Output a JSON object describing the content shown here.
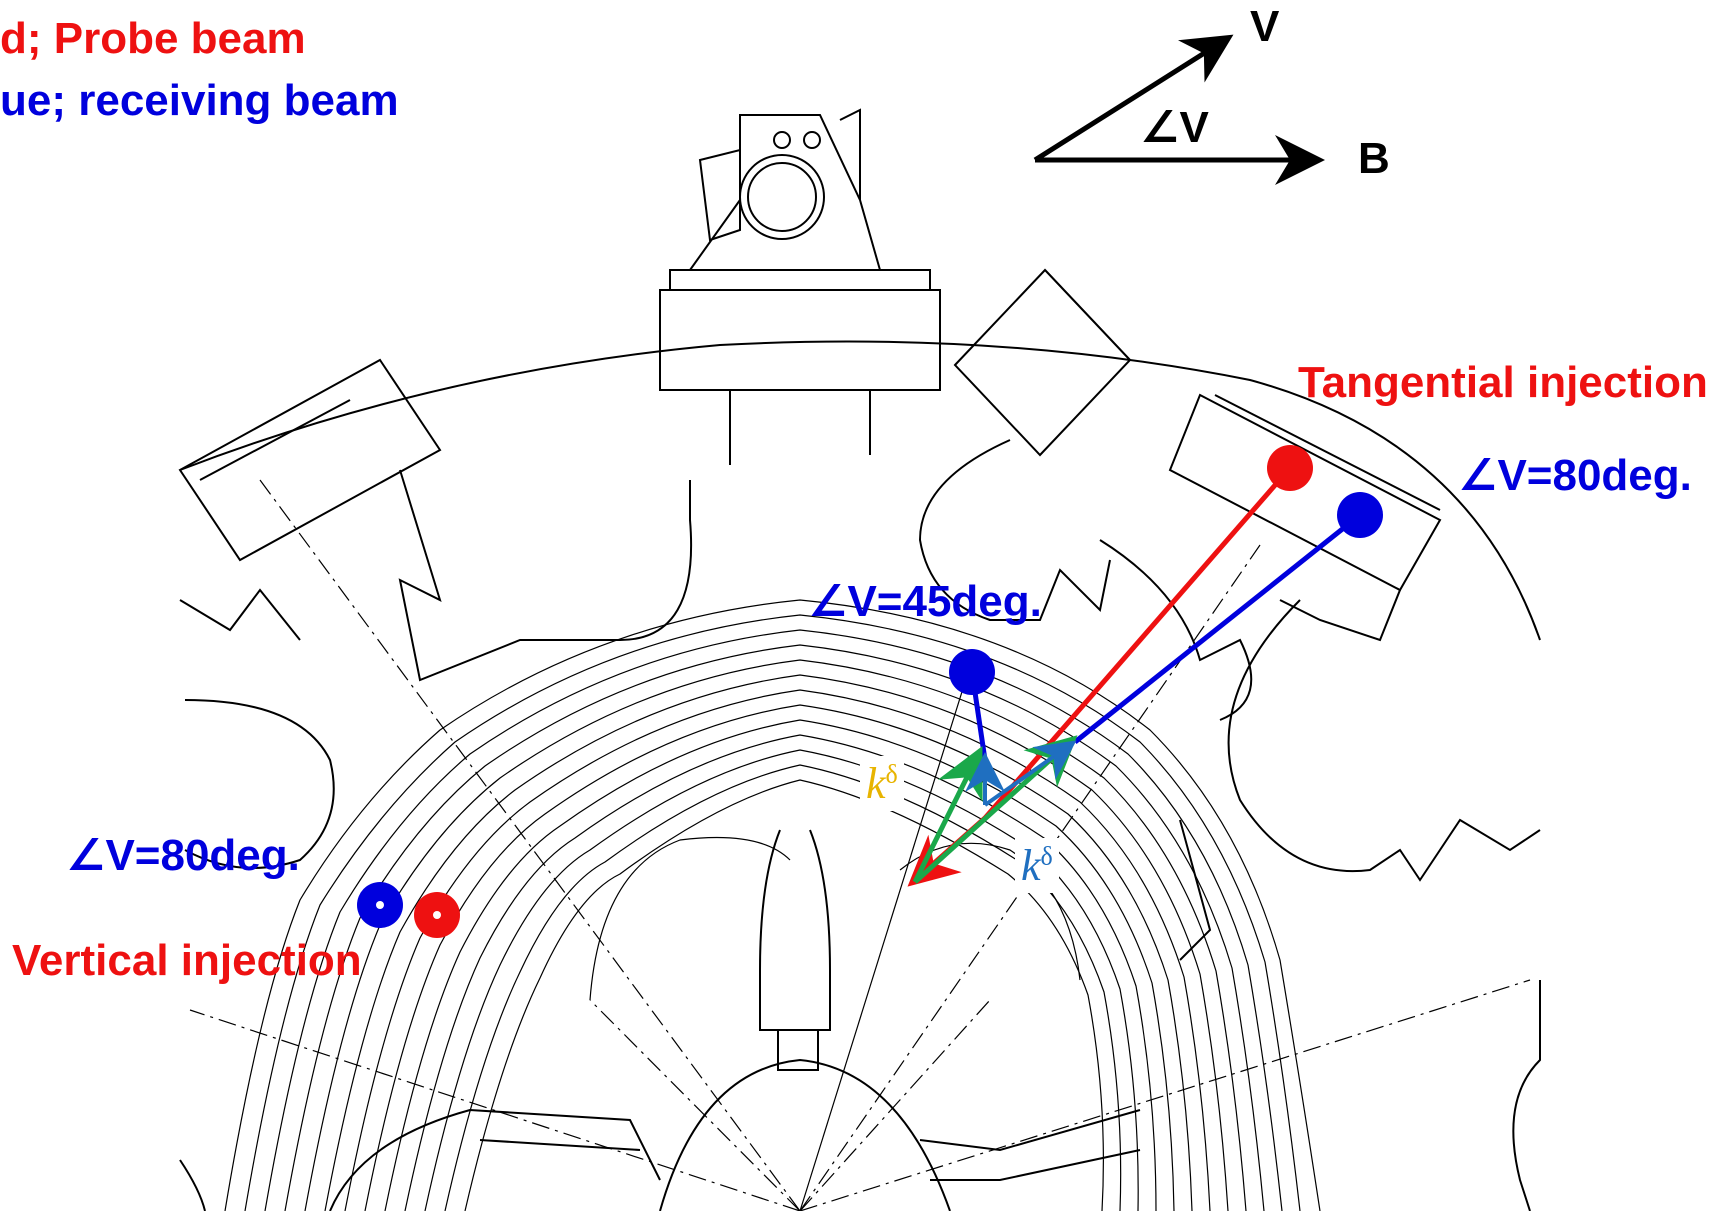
{
  "legend": {
    "red_line": "d; Probe beam",
    "blue_line": "ue; receiving beam"
  },
  "vector_diagram": {
    "v_label": "V",
    "b_label": "B",
    "angle_label": "∠V"
  },
  "labels": {
    "tangential_injection": "Tangential injection",
    "angle_80_right": "∠V=80deg.",
    "angle_45": "∠V=45deg.",
    "angle_80_left": "∠V=80deg.",
    "vertical_injection": "Vertical injection",
    "k_left_base": "k",
    "k_left_sup": "δ",
    "k_right_base": "k",
    "k_right_sup": "δ"
  },
  "colors": {
    "probe": "#ee1111",
    "receive": "#0000dd",
    "k_green": "#1aa84a",
    "k_label_yellow": "#e8b400",
    "k_label_blue": "#1f6fc0"
  }
}
